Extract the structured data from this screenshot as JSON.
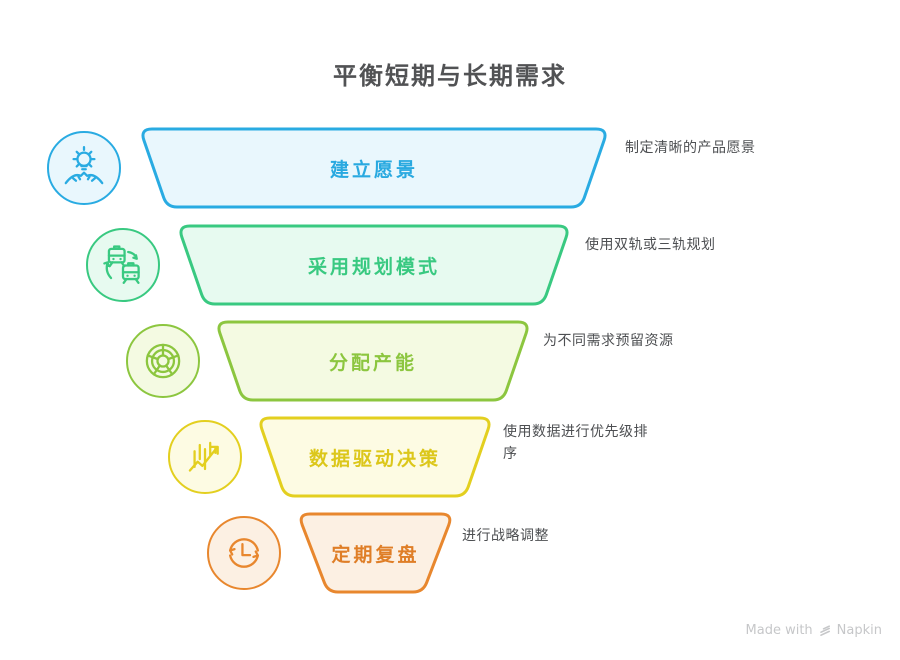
{
  "title": "平衡短期与长期需求",
  "rows": [
    {
      "label": "建立愿景",
      "description": "制定清晰的产品愿景",
      "icon": "idea-hands-icon",
      "stroke": "#29ABE2",
      "fill": "#E9F7FD",
      "label_color": "#29A9E0"
    },
    {
      "label": "采用规划模式",
      "description": "使用双轨或三轨规划",
      "icon": "dual-track-trains-icon",
      "stroke": "#39C981",
      "fill": "#E7FAF0",
      "label_color": "#39C981"
    },
    {
      "label": "分配产能",
      "description": "为不同需求预留资源",
      "icon": "capacity-wheel-icon",
      "stroke": "#8CC63F",
      "fill": "#F4FAE2",
      "label_color": "#8CC63F"
    },
    {
      "label": "数据驱动决策",
      "description": "使用数据进行优先级排序",
      "icon": "data-trend-chart-icon",
      "stroke": "#E3CF1F",
      "fill": "#FDFBE3",
      "label_color": "#DCC71B"
    },
    {
      "label": "定期复盘",
      "description": "进行战略调整",
      "icon": "clock-refresh-icon",
      "stroke": "#E8872E",
      "fill": "#FCF0E3",
      "label_color": "#DF7E27"
    }
  ],
  "footer": {
    "made_with": "Made with",
    "brand": "Napkin",
    "color": "#C6C7C9"
  }
}
